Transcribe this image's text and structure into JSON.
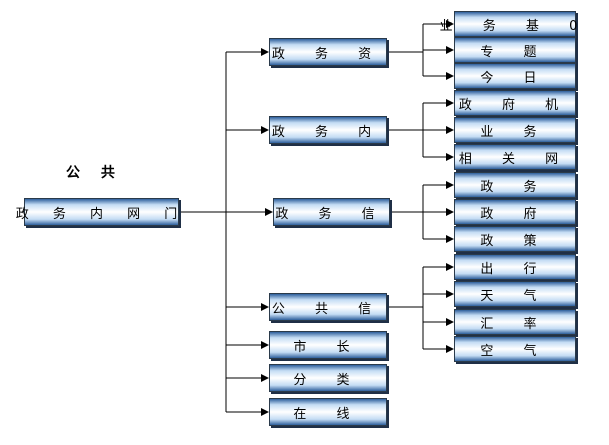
{
  "caption": "公 共",
  "root": "政 务 内 网 门",
  "level1": [
    "政 务 资",
    "政 务 内",
    "政 务 信",
    "公 共 信",
    "市 长",
    "分 类",
    "在 线"
  ],
  "level2": {
    "group1": [
      "业 务 基 0",
      "专 题",
      "今 日"
    ],
    "group2": [
      "政 府 机",
      "业 务",
      "相 关 网"
    ],
    "group3": [
      "政 务",
      "政 府",
      "政 策"
    ],
    "group4": [
      "出 行",
      "天 气",
      "汇 率",
      "空 气"
    ]
  }
}
